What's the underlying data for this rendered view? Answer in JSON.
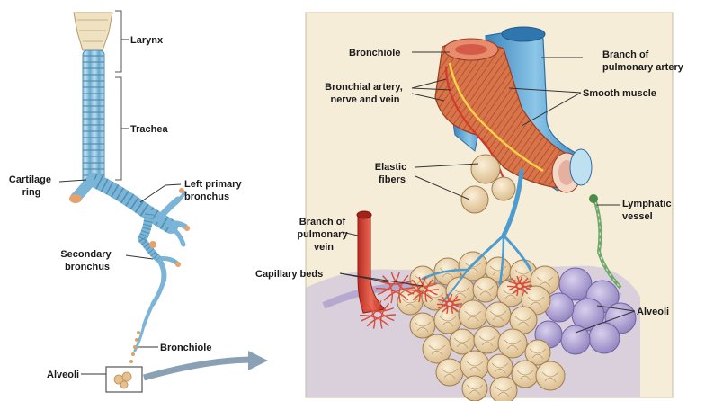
{
  "left_panel": {
    "labels": {
      "larynx": "Larynx",
      "trachea": "Trachea",
      "cartilage_ring": [
        "Cartilage",
        "ring"
      ],
      "left_primary_bronchus": [
        "Left primary",
        "bronchus"
      ],
      "secondary_bronchus": [
        "Secondary",
        "bronchus"
      ],
      "bronchiole": "Bronchiole",
      "alveoli": "Alveoli"
    }
  },
  "right_panel": {
    "labels": {
      "bronchiole": "Bronchiole",
      "branch_pulmonary_artery": [
        "Branch of",
        "pulmonary artery"
      ],
      "bronchial_artery": [
        "Bronchial artery,",
        "nerve and vein"
      ],
      "smooth_muscle": "Smooth muscle",
      "elastic_fibers": [
        "Elastic",
        "fibers"
      ],
      "branch_pulmonary_vein": [
        "Branch of",
        "pulmonary",
        "vein"
      ],
      "lymphatic_vessel": [
        "Lymphatic",
        "vessel"
      ],
      "capillary_beds": "Capillary beds",
      "alveoli": "Alveoli"
    }
  },
  "colors": {
    "airway_blue": "#8fc3e0",
    "cartilage_cream": "#f1dfb8",
    "panel_bg": "#f6edd9",
    "artery_red": "#d84b3a",
    "vein_blue": "#4d9cd0",
    "lymph_green": "#6fa86a",
    "alveoli_purple": "#b7a9d6"
  }
}
